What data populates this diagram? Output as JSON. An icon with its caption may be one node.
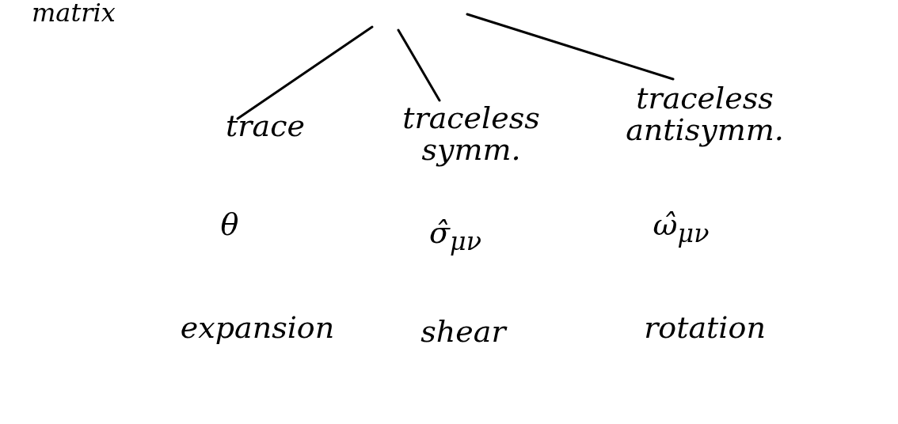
{
  "diagram": {
    "nodes": [
      {
        "text": [
          "trace"
        ],
        "beside": [
          "θ",
          "expansion"
        ]
      },
      {
        "text": [
          "traceless symm."
        ],
        "beside": [
          "σ̂$_{μν}$",
          "shear"
        ]
      },
      {
        "text": [
          "traceless antisymm."
        ],
        "beside": [
          "ω̂$_{μν}$",
          "rotation"
        ]
      }
    ],
    "edges": [
      {
        "from": null,
        "to": 0,
        "arrow": "none"
      },
      {
        "from": null,
        "to": 1,
        "arrow": "none"
      },
      {
        "from": null,
        "to": 2,
        "arrow": "none"
      }
    ],
    "labels": [
      "matrix"
    ]
  }
}
